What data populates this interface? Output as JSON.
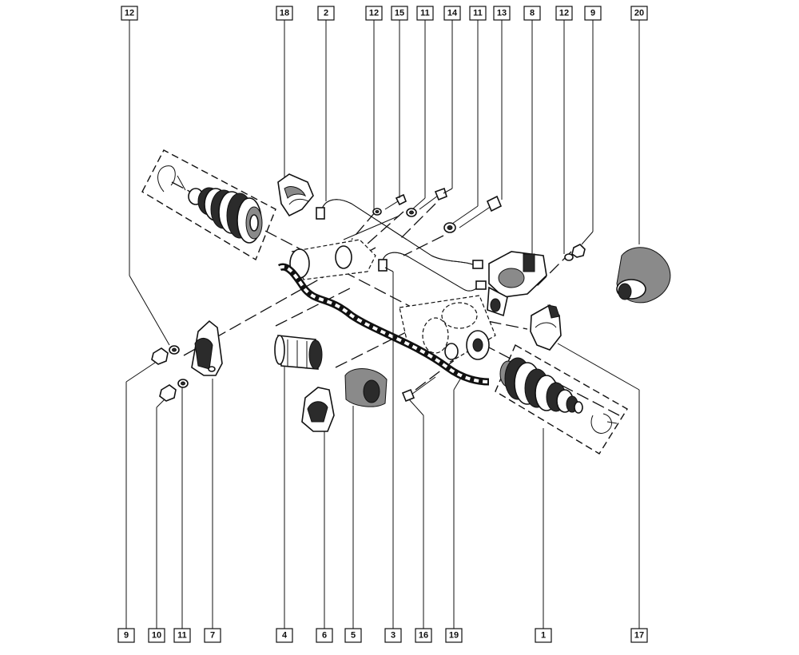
{
  "callouts": {
    "top": [
      "12",
      "18",
      "2",
      "12",
      "15",
      "11",
      "14",
      "11",
      "13",
      "8",
      "12",
      "9",
      "20"
    ],
    "bottom": [
      "9",
      "10",
      "11",
      "7",
      "4",
      "6",
      "5",
      "3",
      "16",
      "19",
      "1",
      "17"
    ]
  },
  "colors": {
    "line": "#111111",
    "shade": "#2b2b2b",
    "background": "#ffffff"
  }
}
